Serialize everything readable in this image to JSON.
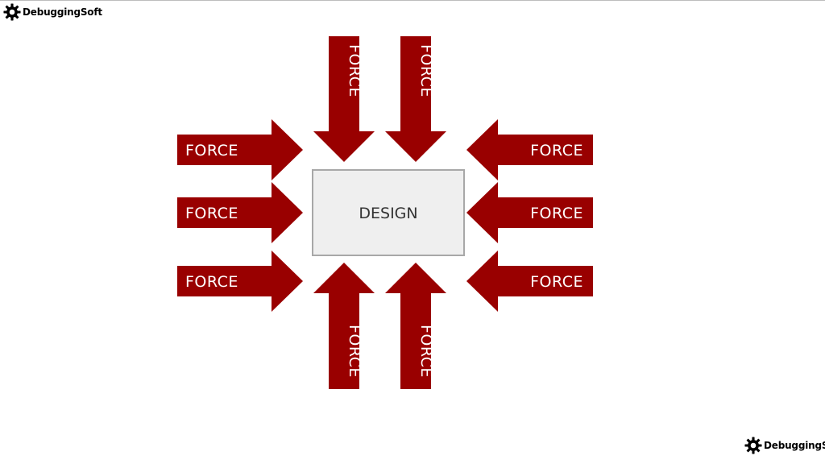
{
  "colors": {
    "arrow": "#990000",
    "box_fill": "#efefef",
    "box_border": "#a8a8a8",
    "label_on_arrow": "#ffffff",
    "box_label": "#333333"
  },
  "center": {
    "label": "DESIGN"
  },
  "arrows": {
    "left": [
      "FORCE",
      "FORCE",
      "FORCE"
    ],
    "right": [
      "FORCE",
      "FORCE",
      "FORCE"
    ],
    "top": [
      "FORCE",
      "FORCE"
    ],
    "bottom": [
      "FORCE",
      "FORCE"
    ]
  },
  "logo": {
    "text": "DebuggingSoft",
    "icon": "gear-icon"
  }
}
